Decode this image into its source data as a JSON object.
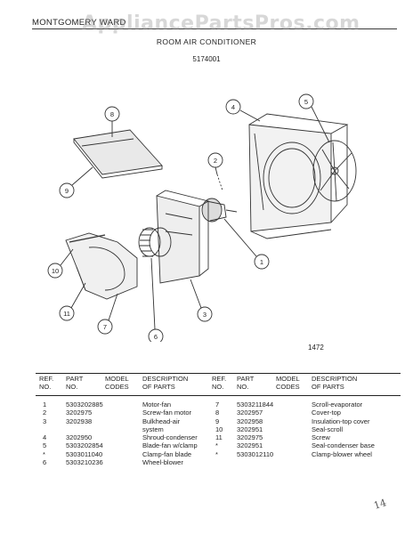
{
  "header": {
    "brand": "MONTGOMERY WARD",
    "watermark": "AppliancePartsPros.com",
    "title": "ROOM AIR CONDITIONER",
    "model_number": "5174001"
  },
  "diagram": {
    "figure_number": "1472",
    "callouts": [
      "1",
      "2",
      "3",
      "4",
      "5",
      "6",
      "7",
      "8",
      "9",
      "10",
      "11"
    ]
  },
  "table": {
    "headers": {
      "ref_no": "REF.\nNO.",
      "part_no": "PART\nNO.",
      "model_codes": "MODEL\nCODES",
      "description": "DESCRIPTION\nOF PARTS"
    },
    "left": [
      {
        "ref": "1",
        "part": "5303202885",
        "desc": "Motor-fan"
      },
      {
        "ref": "2",
        "part": "3202975",
        "desc": "Screw-fan motor"
      },
      {
        "ref": "3",
        "part": "3202938",
        "desc": "Bulkhead-air"
      },
      {
        "ref": "",
        "part": "",
        "desc": "system"
      },
      {
        "ref": "4",
        "part": "3202950",
        "desc": "Shroud-condenser"
      },
      {
        "ref": "5",
        "part": "5303202854",
        "desc": "Blade-fan w/clamp"
      },
      {
        "ref": "*",
        "part": "5303011040",
        "desc": "Clamp-fan blade"
      },
      {
        "ref": "6",
        "part": "5303210236",
        "desc": "Wheel-blower"
      }
    ],
    "right": [
      {
        "ref": "7",
        "part": "5303211844",
        "desc": "Scroll-evaporator"
      },
      {
        "ref": "8",
        "part": "3202957",
        "desc": "Cover-top"
      },
      {
        "ref": "9",
        "part": "3202958",
        "desc": "Insulation-top cover"
      },
      {
        "ref": "10",
        "part": "3202951",
        "desc": "Seal-scroll"
      },
      {
        "ref": "11",
        "part": "3202975",
        "desc": "Screw"
      },
      {
        "ref": "*",
        "part": "3202951",
        "desc": "Seal-condenser base"
      },
      {
        "ref": "*",
        "part": "5303012110",
        "desc": "Clamp-blower wheel"
      }
    ]
  },
  "footer": {
    "handwritten": "14"
  }
}
